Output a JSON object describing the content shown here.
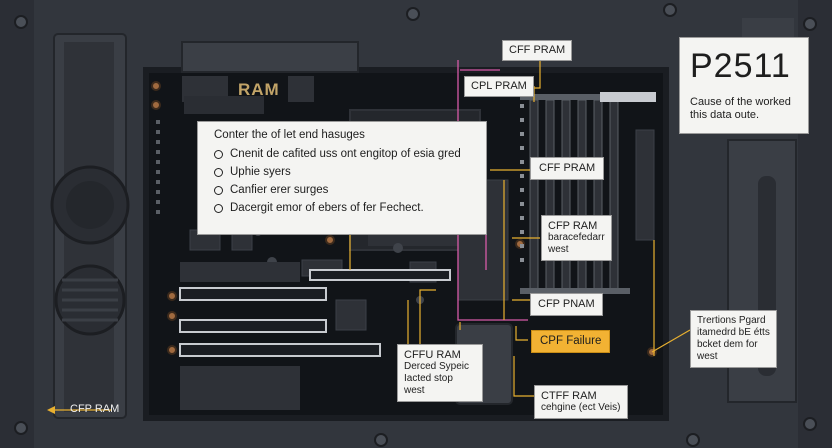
{
  "board_title": "RAM",
  "error_code": "P2511",
  "error_desc": [
    "Cause of the worked",
    "this data oute."
  ],
  "main_panel": {
    "heading": "Conter the of let end hasuges",
    "items": [
      "Cnenit de cafited uss ont engitop of esia gred",
      "Uphie syers",
      "Canfier erer surges",
      "Dacergit emor of ebers of fer Fechect."
    ]
  },
  "callouts": {
    "top1": "CFF PRAM",
    "top2": "CPL PRAM",
    "mid1": "CFF PRAM",
    "mid2": [
      "CFP RAM",
      "baracefedarr",
      "west"
    ],
    "mid3": "CFP PNAM",
    "failure": "CPF Failure",
    "left": [
      "CFFU RAM",
      "Derced Sypeic",
      "Iacted stop",
      "west"
    ],
    "bottom": [
      "CTFF RAM",
      "cehgine (ect Veis)"
    ],
    "right": [
      "Trertions Pgard",
      "itamedrd bE étts",
      "bcket dem for",
      "west"
    ],
    "corner": "CFP RAM"
  },
  "colors": {
    "panel_bg": "#2a2d33",
    "board": "#111418",
    "callout_line": "#e8b030",
    "trace_pink": "#d65aa8",
    "highlight": "#f2b233"
  }
}
